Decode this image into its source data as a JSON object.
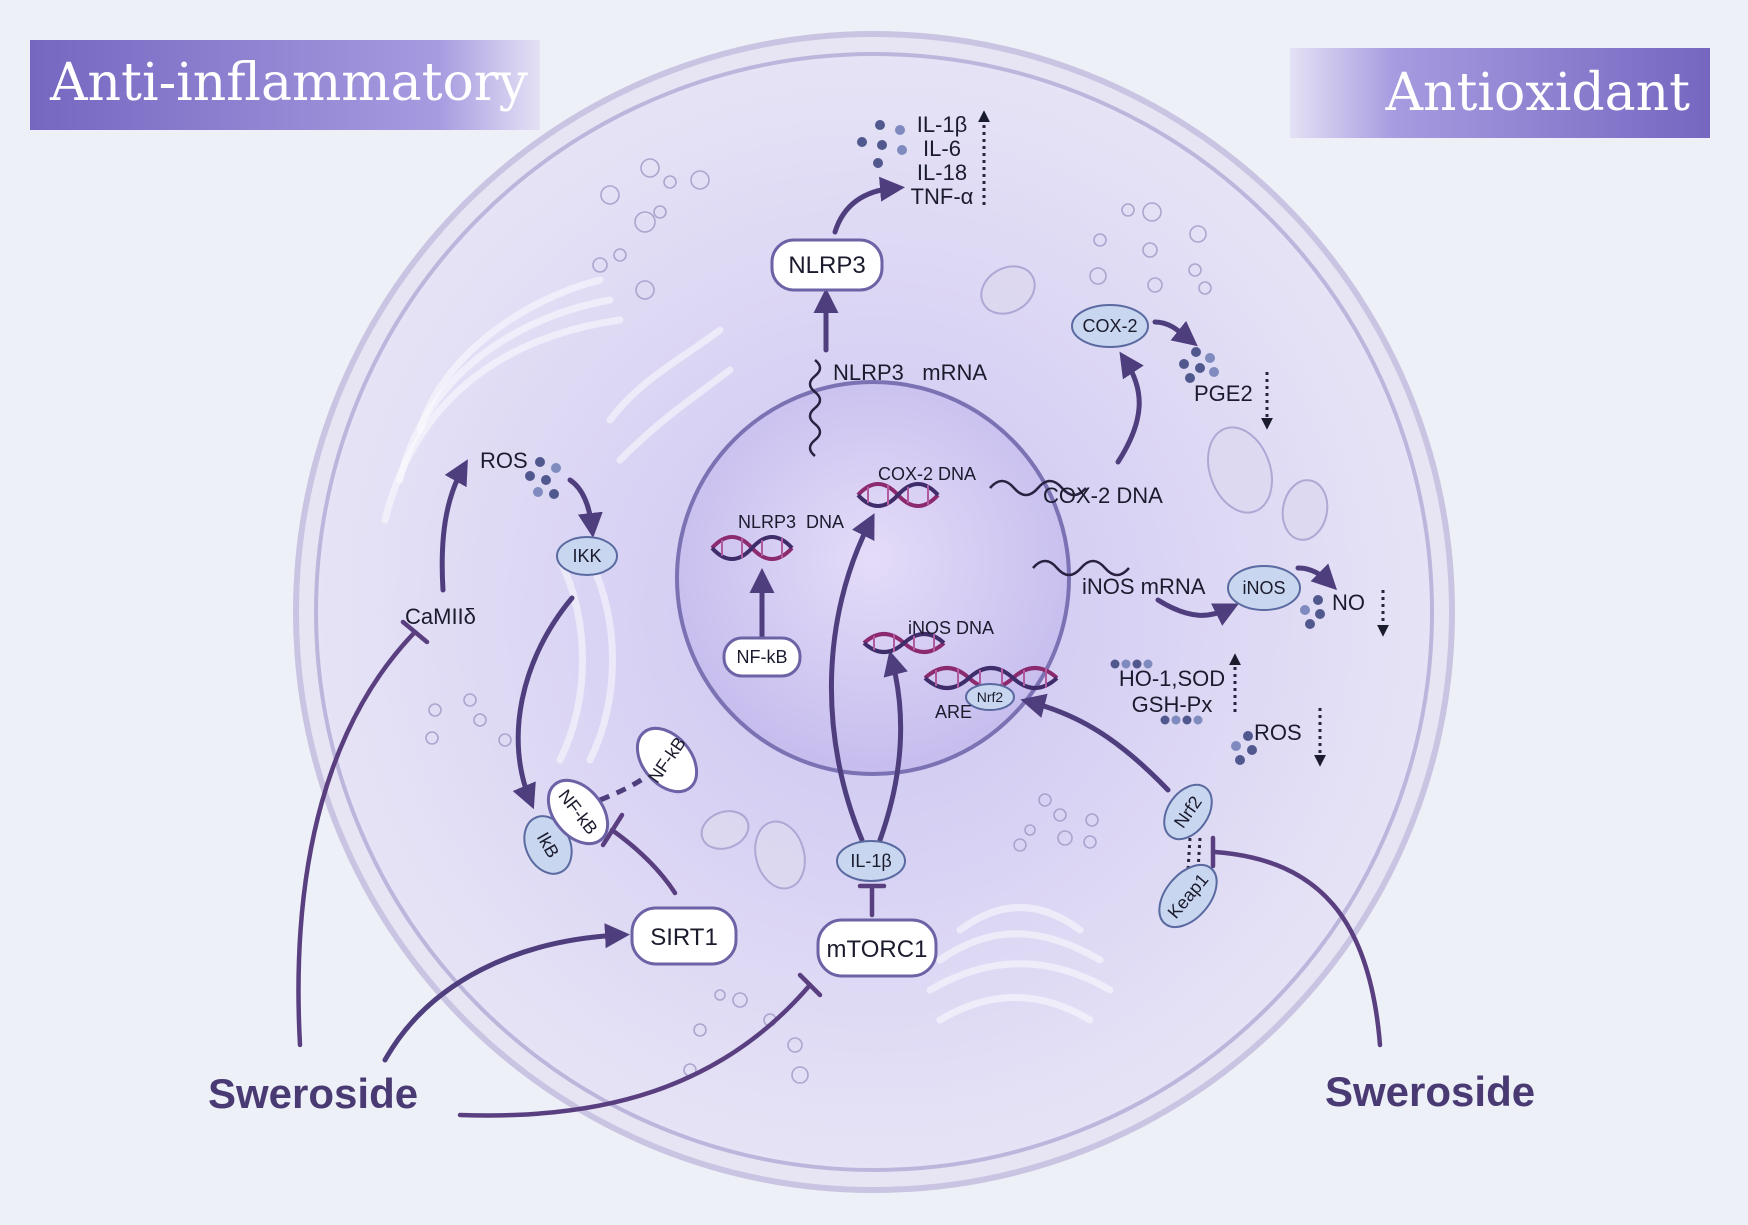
{
  "banners": {
    "left": "Anti-inflammatory",
    "right": "Antioxidant"
  },
  "agent": {
    "left": "Sweroside",
    "right": "Sweroside"
  },
  "nodes": {
    "nlrp3": "NLRP3",
    "sirt1": "SIRT1",
    "mtorc1": "mTORC1"
  },
  "pills": {
    "ikk": "IKK",
    "nfkb_in": "NF-kB",
    "nfkb_out": "NF-kB",
    "ikb": "IkB",
    "nfkb_nuc": "NF-kB",
    "il1b": "IL-1β",
    "cox2": "COX-2",
    "inos": "iNOS",
    "nrf2_nuc": "Nrf2",
    "nrf2": "Nrf2",
    "keap1": "Keap1"
  },
  "labels": {
    "cytokines": [
      "IL-1β",
      "IL-6",
      "IL-18",
      "TNF-α"
    ],
    "nlrp3_mrna": "NLRP3   mRNA",
    "ros_top": "ROS",
    "camk": "CaMIIδ",
    "nlrp3_dna": "NLRP3  DNA",
    "cox2_dna_nuc": "COX-2 DNA",
    "inos_dna": "iNOS DNA",
    "are": "ARE",
    "cox2_dna": "COX-2 DNA",
    "pge2": "PGE2",
    "inos_mrna": "iNOS mRNA",
    "no": "NO",
    "ho1": "HO-1,SOD",
    "gsh": "GSH-Px",
    "ros_right": "ROS"
  },
  "colors": {
    "banner_left": "#7a6ec4",
    "banner_right": "#7a6ec4",
    "agent_text": "#4a3a73",
    "arrow": "#4f3e7e"
  }
}
